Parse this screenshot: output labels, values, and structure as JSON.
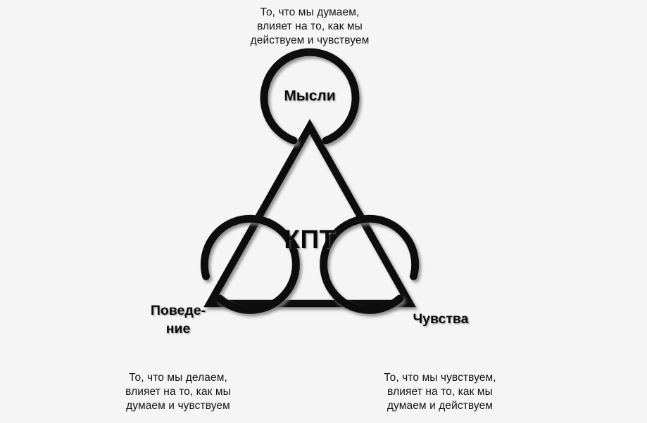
{
  "page": {
    "title": "КПТ треугольник",
    "background_color": "#f5f5f5",
    "ink_color": "#0a0a0a",
    "shadow_color": "#787878"
  },
  "diagram": {
    "type": "cbt-triangle",
    "center_label": "КПТ",
    "nodes": [
      {
        "id": "thoughts",
        "label": "Мысли",
        "position": "top",
        "caption": "То, что мы думаем,\nвлияет на то, как мы\nдействуем и чувствуем"
      },
      {
        "id": "behavior",
        "label": "Поведе-\nние",
        "position": "bottom-left",
        "caption": "То, что мы делаем,\nвлияет на то, как мы\nдумаем и чувствуем"
      },
      {
        "id": "feelings",
        "label": "Чувства",
        "position": "bottom-right",
        "caption": "То, что мы чувствуем,\nвлияет на то, как мы\nдумаем и действуем"
      }
    ]
  }
}
